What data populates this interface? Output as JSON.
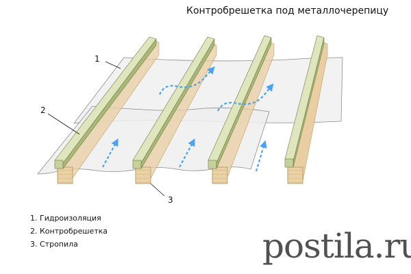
{
  "title": "Контробрешетка под металлочерепицу",
  "callouts": [
    {
      "number": "1",
      "part": "membrane"
    },
    {
      "number": "2",
      "part": "counter-batten"
    },
    {
      "number": "3",
      "part": "rafter"
    }
  ],
  "legend": [
    "1. Гидроизоляция",
    "2. Контробрешетка",
    "3. Стропила"
  ],
  "watermark": "postila.ru",
  "icons": [
    "airflow-arrow-icon"
  ],
  "colors": {
    "batten_green": "#c6d09a",
    "rafter_wood": "#e8cea2",
    "membrane": "#f1f1f1",
    "airflow_blue": "#4aa3f0",
    "logo_gray": "#515151"
  }
}
